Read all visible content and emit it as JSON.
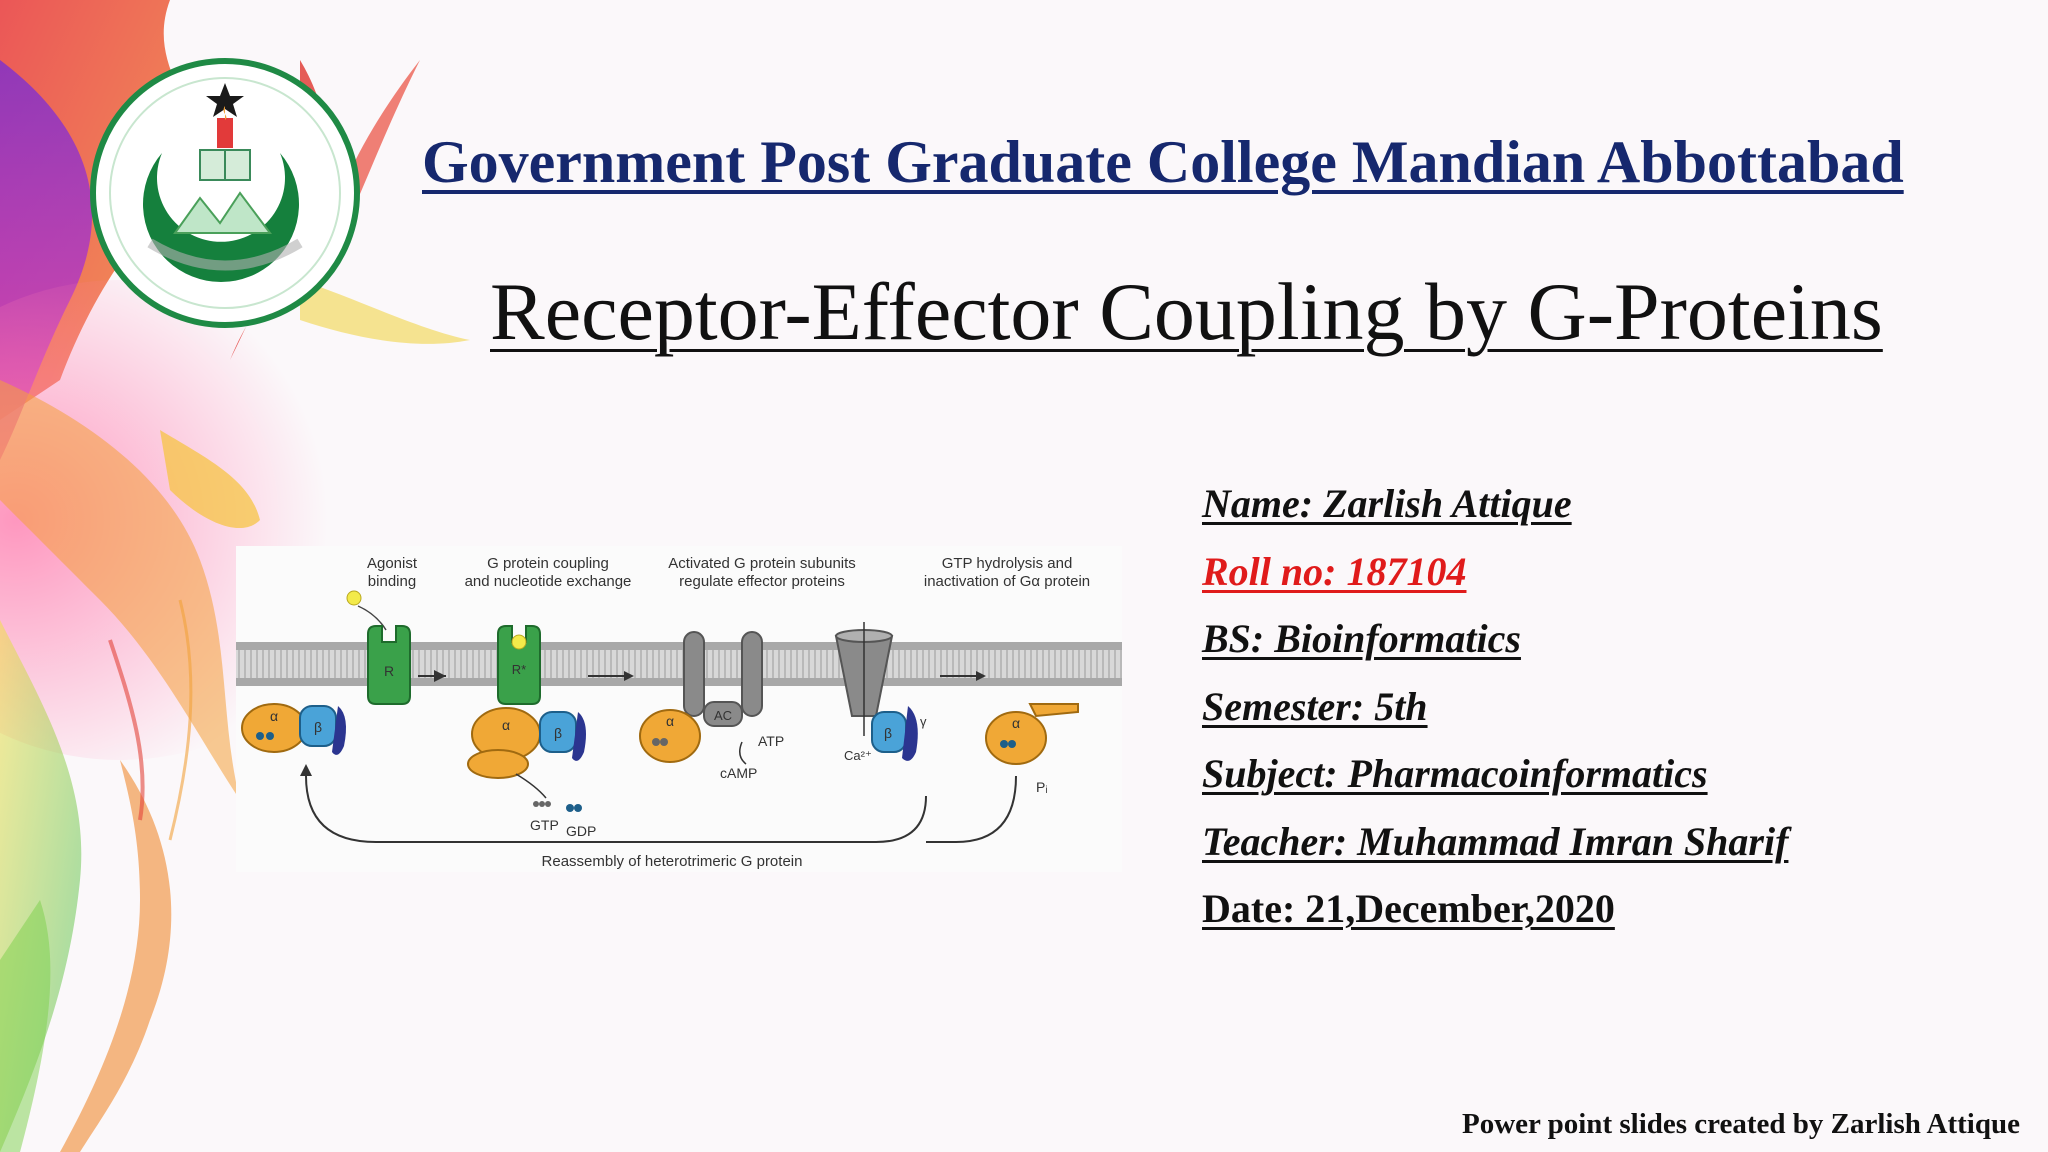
{
  "slide": {
    "college_name": "Government Post Graduate College Mandian Abbottabad",
    "title": "Receptor-Effector Coupling by G-Proteins",
    "footer_credit": "Power point slides created by Zarlish Attique"
  },
  "details": {
    "name": "Name: Zarlish Attique",
    "roll_no": "Roll no: 187104",
    "program": "BS: Bioinformatics",
    "semester": "Semester: 5th",
    "subject": "Subject: Pharmacoinformatics",
    "teacher": "Teacher: Muhammad Imran Sharif",
    "date": "Date: 21,December,2020"
  },
  "figure": {
    "step1_line1": "Agonist",
    "step1_line2": "binding",
    "step2_line1": "G protein coupling",
    "step2_line2": "and nucleotide exchange",
    "step3_line1": "Activated G protein subunits",
    "step3_line2": "regulate effector proteins",
    "step4_line1": "GTP hydrolysis and",
    "step4_line2": "inactivation of Gα protein",
    "receptor": "R",
    "receptor_active": "R*",
    "alpha": "α",
    "beta": "β",
    "gamma": "γ",
    "ac": "AC",
    "atp": "ATP",
    "camp": "cAMP",
    "gtp": "GTP",
    "gdp": "GDP",
    "calcium": "Ca²⁺",
    "phosphate": "Pᵢ",
    "reassembly": "Reassembly of heterotrimeric G protein"
  },
  "colors": {
    "college": "#16286e",
    "roll": "#e01b1b",
    "text": "#111111",
    "alpha_subunit": "#f0a836",
    "beta_subunit": "#4aa3d8",
    "gamma_subunit": "#2b3590",
    "receptor": "#3aa14a",
    "effector": "#8a8a8a"
  }
}
